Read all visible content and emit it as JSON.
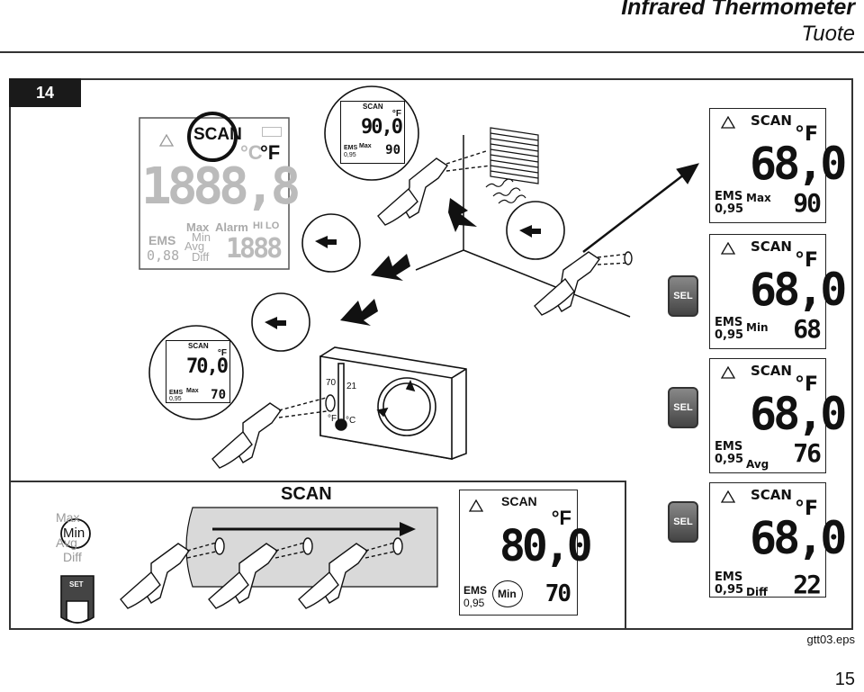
{
  "header": {
    "title": "Infrared Thermometer",
    "subtitle": "Tuote"
  },
  "figure": {
    "number": "14",
    "file_ref": "gtt03.eps"
  },
  "page_number": "15",
  "display_legend": {
    "scan": "SCAN",
    "unit_c": "°C",
    "unit_f": "°F",
    "digits": "1888,8",
    "max": "Max",
    "alarm": "Alarm",
    "hi_lo": "HI LO",
    "min": "Min",
    "avg": "Avg",
    "diff": "Diff",
    "ems": "EMS",
    "ems_value": "0,88",
    "small_digits": "1888"
  },
  "wall_reading": {
    "scan": "SCAN",
    "unit": "°F",
    "value": "90,0",
    "ems": "EMS",
    "ems_value": "0,95",
    "mode": "Max",
    "mode_value": "90"
  },
  "thermostat_reading": {
    "scan": "SCAN",
    "unit": "°F",
    "value": "70,0",
    "ems": "EMS",
    "ems_value": "0,95",
    "mode": "Max",
    "mode_value": "70"
  },
  "thermostat_labels": {
    "t70": "70",
    "t21": "21",
    "unit_f": "°F",
    "unit_c": "°C"
  },
  "scan_section": {
    "title": "SCAN",
    "modes": [
      "Max",
      "Min",
      "Avg",
      "Diff"
    ],
    "set_button": "SET"
  },
  "center_display": {
    "scan": "SCAN",
    "unit": "°F",
    "value": "80,0",
    "ems": "EMS",
    "ems_value": "0,95",
    "mode": "Min",
    "mode_value": "70"
  },
  "sel_label": "SEL",
  "right_displays": [
    {
      "scan": "SCAN",
      "unit": "°F",
      "value": "68,0",
      "ems": "EMS",
      "ems_value": "0,95",
      "mode": "Max",
      "mode_value": "90"
    },
    {
      "scan": "SCAN",
      "unit": "°F",
      "value": "68,0",
      "ems": "EMS",
      "ems_value": "0,95",
      "mode": "Min",
      "mode_value": "68"
    },
    {
      "scan": "SCAN",
      "unit": "°F",
      "value": "68,0",
      "ems": "EMS",
      "ems_value": "0,95",
      "mode": "Avg",
      "mode_value": "76"
    },
    {
      "scan": "SCAN",
      "unit": "°F",
      "value": "68,0",
      "ems": "EMS",
      "ems_value": "0,95",
      "mode": "Diff",
      "mode_value": "22"
    }
  ]
}
